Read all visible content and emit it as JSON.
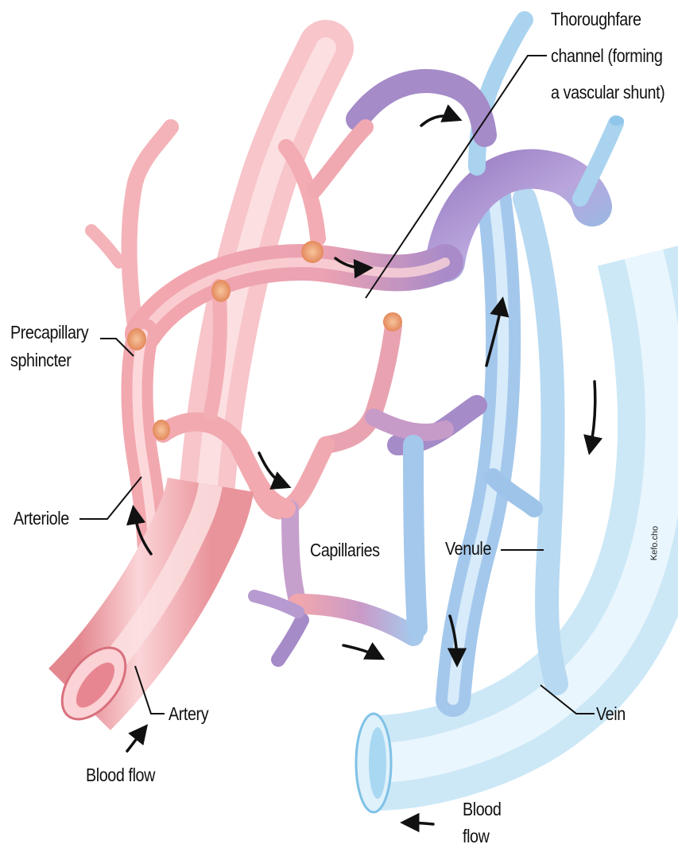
{
  "labels": {
    "thoroughfare": "Thoroughfare channel (forming a vascular shunt)",
    "thoroughfare_line1": "Thoroughfare",
    "thoroughfare_line2": "channel (forming",
    "thoroughfare_line3": "a vascular shunt)",
    "precapillary_line1": "Precapillary",
    "precapillary_line2": "sphincter",
    "arteriole": "Arteriole",
    "capillaries": "Capillaries",
    "venule": "Venule",
    "artery": "Artery",
    "vein": "Vein",
    "blood_flow_left": "Blood flow",
    "blood_flow_right_line1": "Blood",
    "blood_flow_right_line2": "flow"
  },
  "credit": "Kefo.cho",
  "colors": {
    "artery": "#f2a0a6",
    "artery_light": "#fbd3d6",
    "artery_dark": "#e07c86",
    "vein": "#bfe2f5",
    "vein_light": "#e6f4fc",
    "vein_dark": "#8cc6e8",
    "venule_purple": "#a58bc8",
    "transition_purple": "#c49ac6",
    "sphincter": "#f0a878",
    "leader_line": "#111111",
    "arrow": "#111111"
  }
}
